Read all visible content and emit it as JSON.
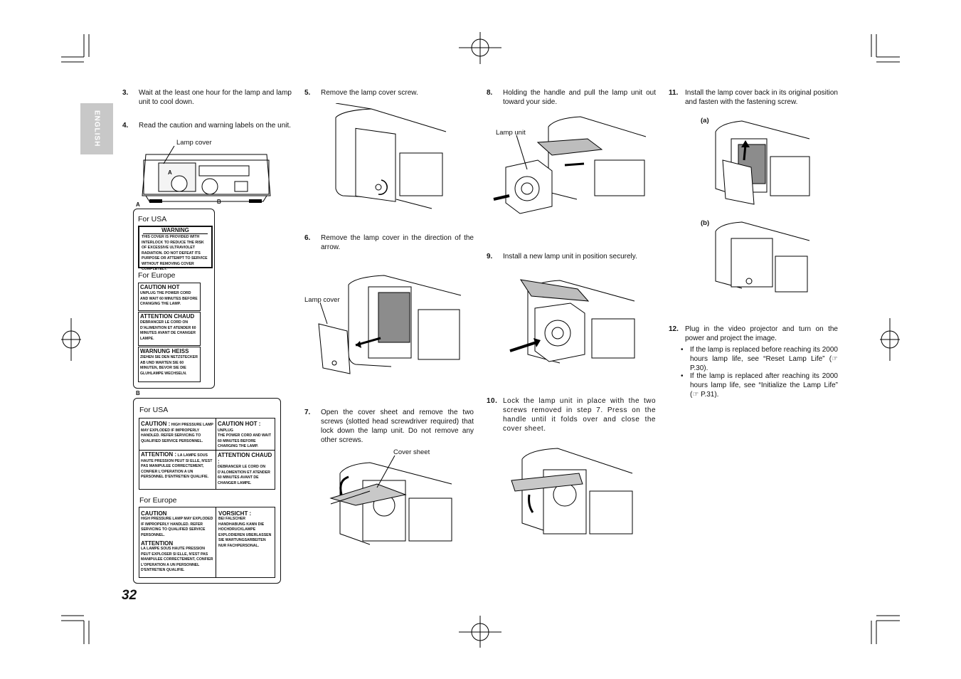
{
  "side_tab": "ENGLISH",
  "page_number": "32",
  "steps": {
    "s3": {
      "num": "3.",
      "text": "Wait at the least one hour for the lamp and lamp unit to cool down."
    },
    "s4": {
      "num": "4.",
      "text": "Read the caution and warning labels on the unit."
    },
    "s5": {
      "num": "5.",
      "text": "Remove the lamp cover screw."
    },
    "s6": {
      "num": "6.",
      "text": "Remove the lamp cover in the direction of the arrow."
    },
    "s7": {
      "num": "7.",
      "text": "Open the cover sheet and remove the two screws (slotted head screwdriver required) that lock down the lamp unit. Do not remove any other screws."
    },
    "s8": {
      "num": "8.",
      "text": "Holding the handle and pull the lamp unit out toward your side."
    },
    "s9": {
      "num": "9.",
      "text": "Install a new lamp unit in position securely."
    },
    "s10": {
      "num": "10.",
      "text": "Lock the lamp unit in place with the two screws removed in step 7. Press on the handle until it folds over and close the cover sheet."
    },
    "s11": {
      "num": "11.",
      "text": "Install the lamp cover back in its original position and fasten with the fastening screw."
    },
    "s12": {
      "num": "12.",
      "text": "Plug in the video projector and turn on the power and project the image."
    }
  },
  "bullets": [
    {
      "dot": "•",
      "text": "If the lamp is replaced before reaching its 2000 hours lamp life, see “Reset Lamp Life” (☞ P.30)."
    },
    {
      "dot": "•",
      "text": "If the lamp is replaced after reaching its 2000 hours lamp life, see “Initialize the Lamp Life” (☞ P.31)."
    }
  ],
  "illustration_labels": {
    "lamp_cover_top": "Lamp cover",
    "marker_a_small": "A",
    "marker_b_small": "B",
    "marker_a": "A",
    "marker_b": "B",
    "lamp_cover_step6": "Lamp cover",
    "lamp_unit": "Lamp unit",
    "cover_sheet": "Cover sheet",
    "sub_a": "(a)",
    "sub_b": "(b)"
  },
  "panel_a": {
    "for_usa": "For USA",
    "warning_title": "WARNING",
    "warning_body": "THIS COVER IS PROVIDED WITH INTERLOCK TO REDUCE THE RISK OF EXCESSIVE ULTRAVIOLET RADIATION. DO NOT DEFEAT ITS PURPOSE OR ATTEMPT TO SERVICE WITHOUT REMOVING COVER COMPLETELY.",
    "for_europe": "For Europe",
    "caution_hot_title": "CAUTION HOT",
    "caution_hot_body": "UNPLUG THE POWER CORD AND WAIT 60 MINUTES BEFORE CHANGING THE LAMP.",
    "attention_chaud_title": "ATTENTION CHAUD",
    "attention_chaud_body": "DEBRANCER LE CORD ON D'ALIMENTION ET ATENDER 60 MINUTES AVANT DE CHANGER LAMPE.",
    "warnung_title": "WARNUNG HEISS",
    "warnung_body": "ZIEHEN SIE DEN NETZSTECKER AB UND WARTEN SIE 60 MINUTEN, BEVOR SIE DIE GLUHLAMPE WECHSELN."
  },
  "panel_b": {
    "for_usa": "For USA",
    "caution_title": "CAUTION :",
    "caution_inline": "HIGH PRESSURE LAMP",
    "caution_body": "MAY EXPLODED IF IMPROPERLY HANDLED. REFER SERVICING TO QUALIFIED SERVICE PERSONNEL.",
    "caution_hot_title": "CAUTION HOT :",
    "caution_hot_inline": "UNPLUG",
    "caution_hot_body": "THE POWER CORD AND WAIT 60 MINUTES BEFORE CHARGING THE LAMP.",
    "attention_title": "ATTENTION :",
    "attention_inline": "LA LAMPE SOUS",
    "attention_body": "HAUTE PRESSION PEUT SI ELLE, N'EST PAS MANIPULEE CORRECTEMENT, CONFIER L'OPERATION A UN PERSONNEL D'ENTRETIEN QUALIFIE.",
    "attention_chaud_title": "ATTENTION CHAUD :",
    "attention_chaud_body": "DEBRANCER LE CORD ON D'ALOMENTION ET ATENDER 60 MINUTES AVANT DE CHANGER LAMPE.",
    "for_europe": "For Europe",
    "eu_caution_title": "CAUTION",
    "eu_caution_body": "HIGH PRESSURE LAMP MAY EXPLODED IF IMPROPERLY HANDLED. REFER SERVICING TO QUALIFIED SERVICE PERSONNEL.",
    "eu_attention_title": "ATTENTION",
    "eu_attention_body": "LA LAMPE SOUS HAUTE PRESSION PEUT EXPLOSER SI ELLE, N'EST PAS MANIPULEE CORRECTEMENT, CONFIER L'OPERATION A UN PERSONNEL D'ENTRETIEN QUALIFIE.",
    "vorsicht_title": "VORSICHT :",
    "vorsicht_body": "BEI FALSCHER HANDHABUNG KANN DIE HOCHDRUCKLAMPE EXPLODIEREN UBERLASSEN SIE WARTUNGSARBEITEN NUR FACHPERSONAL."
  }
}
